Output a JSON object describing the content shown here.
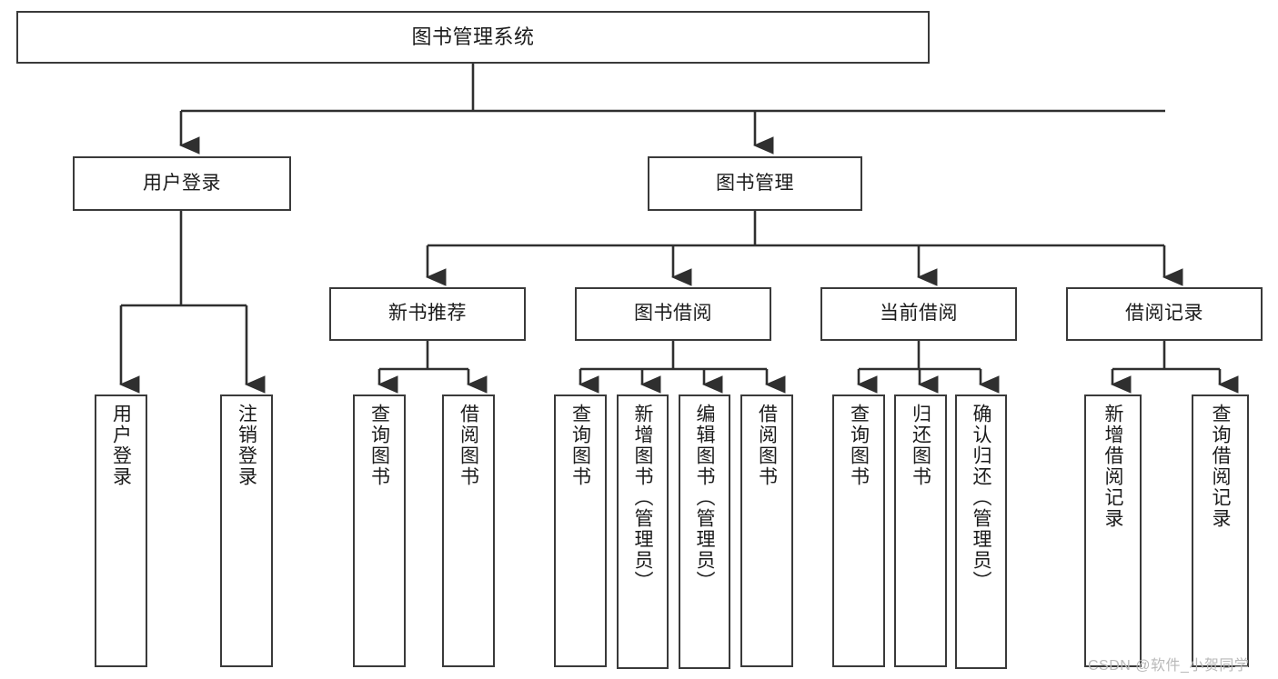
{
  "diagram": {
    "title": "图书管理系统",
    "type": "tree-hierarchy",
    "levels": {
      "root": {
        "label": "图书管理系统"
      },
      "level2": [
        {
          "label": "用户登录"
        },
        {
          "label": "图书管理"
        }
      ],
      "level3": [
        {
          "label": "新书推荐"
        },
        {
          "label": "图书借阅"
        },
        {
          "label": "当前借阅"
        },
        {
          "label": "借阅记录"
        }
      ],
      "leaves": {
        "user_login": [
          {
            "label": "用户登录"
          },
          {
            "label": "注销登录"
          }
        ],
        "new_book_recommend": [
          {
            "label": "查询图书"
          },
          {
            "label": "借阅图书"
          }
        ],
        "book_borrow": [
          {
            "label": "查询图书"
          },
          {
            "label": "新增图书（管理员）"
          },
          {
            "label": "编辑图书（管理员）"
          },
          {
            "label": "借阅图书"
          }
        ],
        "current_borrow": [
          {
            "label": "查询图书"
          },
          {
            "label": "归还图书"
          },
          {
            "label": "确认归还（管理员）"
          }
        ],
        "borrow_record": [
          {
            "label": "新增借阅记录"
          },
          {
            "label": "查询借阅记录"
          }
        ]
      }
    },
    "watermark": "CSDN @软件_小贺同学",
    "colors": {
      "border": "#3a3a3a",
      "text": "#1b1b1b",
      "background": "#ffffff",
      "watermark": "#b9b9b9"
    }
  }
}
